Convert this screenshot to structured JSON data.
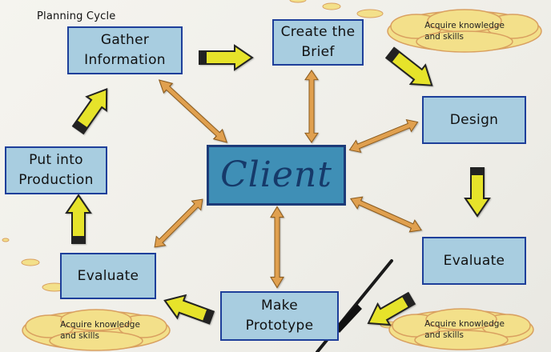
{
  "title": "Planning Cycle",
  "nodes": {
    "client": "Client",
    "gather": "Gather\nInformation",
    "brief": "Create the\nBrief",
    "design": "Design",
    "evaluate_right": "Evaluate",
    "prototype": "Make\nPrototype",
    "evaluate_left": "Evaluate",
    "production": "Put into\nProduction"
  },
  "clouds": {
    "top_right": "Acquire knowledge\nand skills",
    "bottom_right": "Acquire knowledge\nand skills",
    "bottom_left": "Acquire knowledge\nand skills"
  },
  "colors": {
    "box_fill": "#a8cde0",
    "box_border": "#1e3f9a",
    "client_fill": "#3f8fb6",
    "cloud_fill": "#f3e08a",
    "pencil_arrow": "#e6e32a",
    "double_arrow": "#e0a050"
  }
}
